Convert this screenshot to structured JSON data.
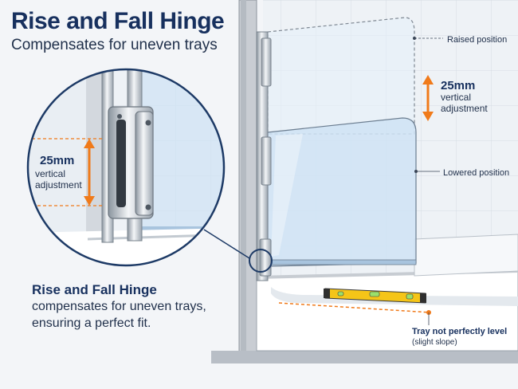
{
  "header": {
    "title": "Rise and Fall Hinge",
    "subtitle": "Compensates for uneven trays"
  },
  "zoom_callout": {
    "value": "25mm",
    "label_line1": "vertical",
    "label_line2": "adjustment"
  },
  "main_callout": {
    "value": "25mm",
    "label_line1": "vertical",
    "label_line2": "adjustment"
  },
  "labels": {
    "raised": "Raised position",
    "lowered": "Lowered position",
    "tray_heading": "Tray not perfectly level",
    "tray_sub": "(slight slope)"
  },
  "caption": {
    "heading": "Rise and Fall Hinge",
    "line1": "compensates for uneven trays,",
    "line2": "ensuring a perfect fit."
  },
  "colors": {
    "accent": "#f07a1a",
    "navy": "#17305e",
    "glass": "#cfe3f5",
    "level": "#f5c518"
  },
  "icons": {
    "arrow": "double-headed-arrow-icon",
    "level": "spirit-level-icon"
  }
}
